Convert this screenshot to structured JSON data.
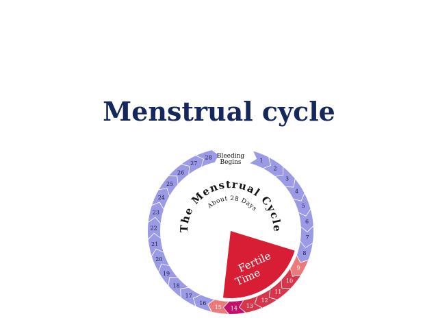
{
  "slide": {
    "title": "Menstrual cycle"
  },
  "diagram": {
    "bleeding_label_line1": "Bleeding",
    "bleeding_label_line2": "Begins",
    "cycle_title": "The Menstrual Cycle",
    "cycle_subtitle": "About 28 Days",
    "fertile_label_line1": "Fertile",
    "fertile_label_line2": "Time",
    "days": [
      {
        "day": "1",
        "kind": "normal"
      },
      {
        "day": "2",
        "kind": "normal"
      },
      {
        "day": "3",
        "kind": "normal"
      },
      {
        "day": "4",
        "kind": "normal"
      },
      {
        "day": "5",
        "kind": "normal"
      },
      {
        "day": "6",
        "kind": "normal"
      },
      {
        "day": "7",
        "kind": "normal"
      },
      {
        "day": "8",
        "kind": "normal"
      },
      {
        "day": "9",
        "kind": "light"
      },
      {
        "day": "10",
        "kind": "mid"
      },
      {
        "day": "11",
        "kind": "mid"
      },
      {
        "day": "12",
        "kind": "mid"
      },
      {
        "day": "13",
        "kind": "mid"
      },
      {
        "day": "14",
        "kind": "peak"
      },
      {
        "day": "15",
        "kind": "light"
      },
      {
        "day": "16",
        "kind": "normal"
      },
      {
        "day": "17",
        "kind": "normal"
      },
      {
        "day": "18",
        "kind": "normal"
      },
      {
        "day": "19",
        "kind": "normal"
      },
      {
        "day": "20",
        "kind": "normal"
      },
      {
        "day": "21",
        "kind": "normal"
      },
      {
        "day": "22",
        "kind": "normal"
      },
      {
        "day": "23",
        "kind": "normal"
      },
      {
        "day": "24",
        "kind": "normal"
      },
      {
        "day": "25",
        "kind": "normal"
      },
      {
        "day": "26",
        "kind": "normal"
      },
      {
        "day": "27",
        "kind": "normal"
      },
      {
        "day": "28",
        "kind": "normal"
      }
    ],
    "colors": {
      "normal": "#9a9ae6",
      "light": "#ec7a7a",
      "mid": "#d8344a",
      "peak": "#c0126c",
      "fertile_wedge": "#d81e34",
      "title_text": "#14285e"
    }
  }
}
